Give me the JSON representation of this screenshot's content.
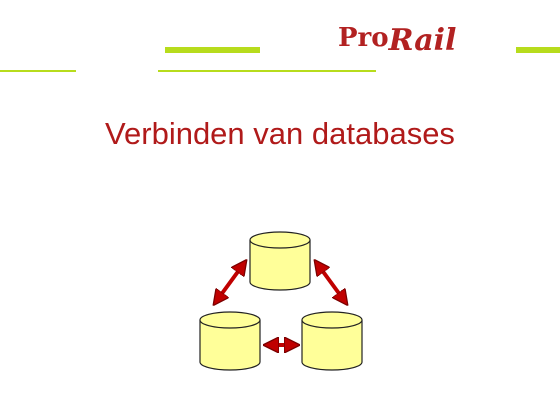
{
  "slide": {
    "title": "Verbinden van databases"
  },
  "logo": {
    "part1": "Pro",
    "part2": "Rail"
  },
  "colors": {
    "accent_line": "#b7dc1c",
    "title": "#b01a1a",
    "logo": "#b22222",
    "database_fill": "#ffff99",
    "arrow": "#c00000"
  },
  "diagram": {
    "databases": [
      {
        "name": "database-top"
      },
      {
        "name": "database-bottom-left"
      },
      {
        "name": "database-bottom-right"
      }
    ],
    "connections": [
      {
        "name": "arrow-top-to-left",
        "type": "bidirectional"
      },
      {
        "name": "arrow-top-to-right",
        "type": "bidirectional"
      },
      {
        "name": "arrow-left-to-right",
        "type": "bidirectional"
      }
    ]
  }
}
